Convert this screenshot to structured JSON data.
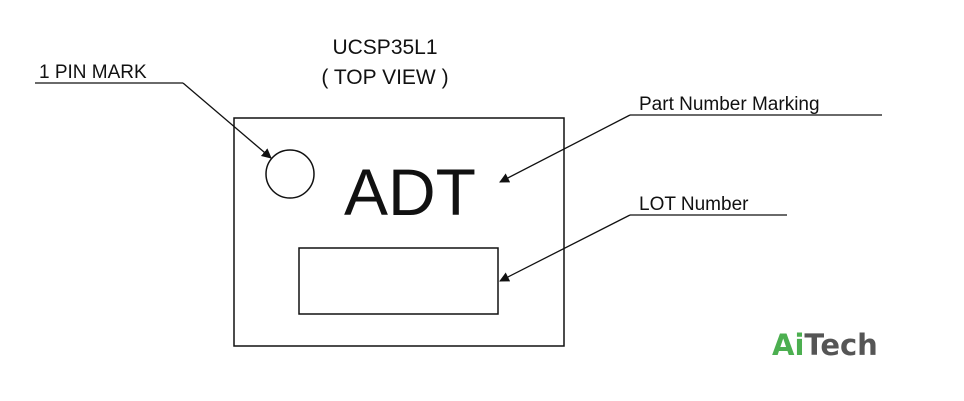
{
  "title": {
    "package": "UCSP35L1",
    "view": "( TOP VIEW )"
  },
  "labels": {
    "pin_mark": "1 PIN MARK",
    "part_number": "Part Number Marking",
    "lot_number": "LOT Number"
  },
  "chip": {
    "marking": "ADT"
  },
  "watermark": {
    "part1": "Ai",
    "part2": "Tech",
    "color1": "#4caf50",
    "color2": "#555555"
  }
}
